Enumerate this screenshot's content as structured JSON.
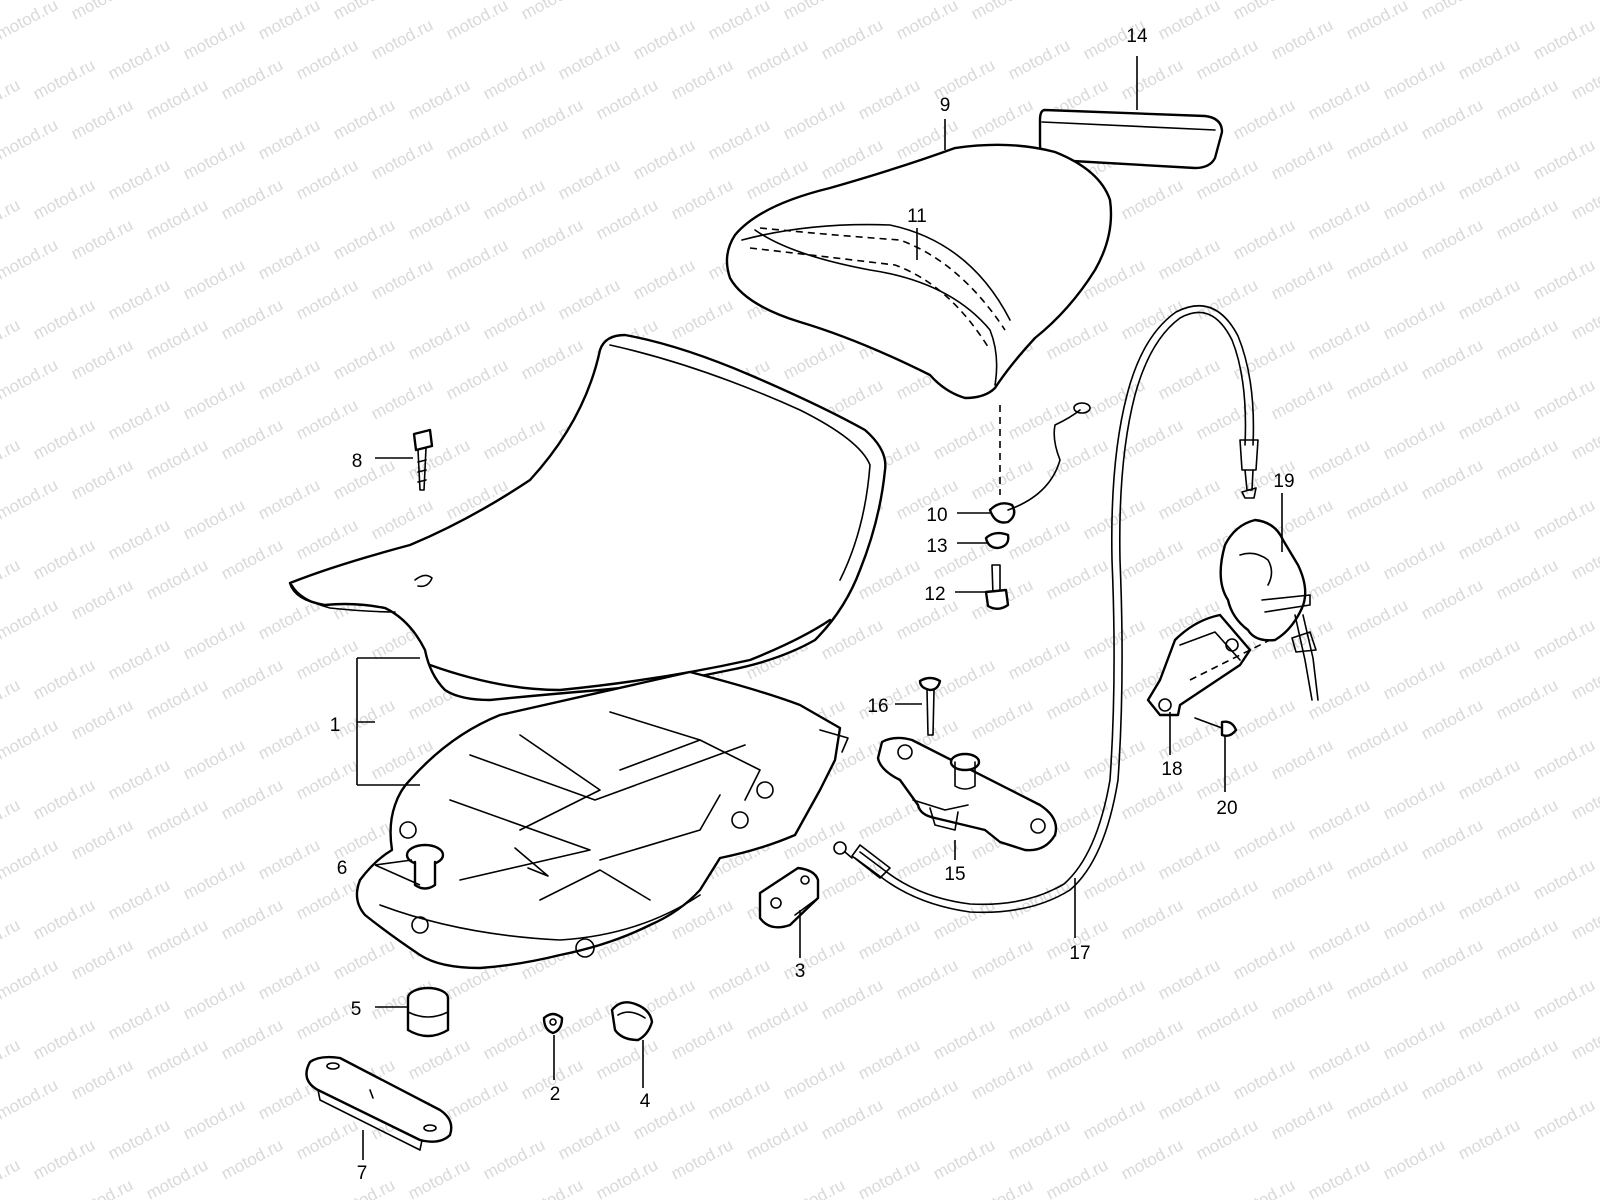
{
  "watermark": {
    "text": "motod.ru"
  },
  "callouts": [
    {
      "id": "1",
      "label": "1"
    },
    {
      "id": "2",
      "label": "2"
    },
    {
      "id": "3",
      "label": "3"
    },
    {
      "id": "4",
      "label": "4"
    },
    {
      "id": "5",
      "label": "5"
    },
    {
      "id": "6",
      "label": "6"
    },
    {
      "id": "7",
      "label": "7"
    },
    {
      "id": "8",
      "label": "8"
    },
    {
      "id": "9",
      "label": "9"
    },
    {
      "id": "10",
      "label": "10"
    },
    {
      "id": "11",
      "label": "11"
    },
    {
      "id": "12",
      "label": "12"
    },
    {
      "id": "13",
      "label": "13"
    },
    {
      "id": "14",
      "label": "14"
    },
    {
      "id": "15",
      "label": "15"
    },
    {
      "id": "16",
      "label": "16"
    },
    {
      "id": "17",
      "label": "17"
    },
    {
      "id": "18",
      "label": "18"
    },
    {
      "id": "19",
      "label": "19"
    },
    {
      "id": "20",
      "label": "20"
    }
  ]
}
